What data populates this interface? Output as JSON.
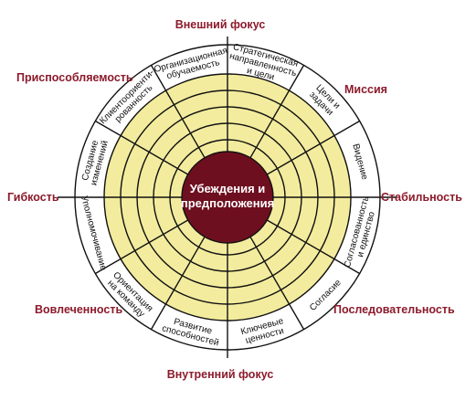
{
  "outer_labels": {
    "top": "Внешний фокус",
    "bottom": "Внутренний фокус",
    "left": "Гибкость",
    "right": "Стабильность",
    "top_left": "Приспособляемость",
    "top_right": "Миссия",
    "bottom_left": "Вовлеченность",
    "bottom_right": "Последовательность"
  },
  "core": {
    "line1": "Убеждения и",
    "line2": "предположения"
  },
  "segments": [
    {
      "lines": [
        "Стратегическая",
        "направленность",
        "и цели"
      ]
    },
    {
      "lines": [
        "Цели и",
        "задачи"
      ]
    },
    {
      "lines": [
        "Видение"
      ]
    },
    {
      "lines": [
        "Согласованность",
        "и единство"
      ]
    },
    {
      "lines": [
        "Согласие"
      ]
    },
    {
      "lines": [
        "Ключевые",
        "ценности"
      ]
    },
    {
      "lines": [
        "Развитие",
        "способностей"
      ]
    },
    {
      "lines": [
        "Ориентация",
        "на команду"
      ]
    },
    {
      "lines": [
        "Уполномочивание"
      ]
    },
    {
      "lines": [
        "Создание",
        "изменений"
      ]
    },
    {
      "lines": [
        "Клиентоориенти-",
        "рованность"
      ]
    },
    {
      "lines": [
        "Организационная",
        "обучаемость"
      ]
    }
  ],
  "colors": {
    "ring_fill": "#f3ec9e",
    "core_fill": "#6e0f1f",
    "outer_ring_fill": "#ffffff",
    "line": "#111111",
    "label": "#8c1a2b"
  }
}
